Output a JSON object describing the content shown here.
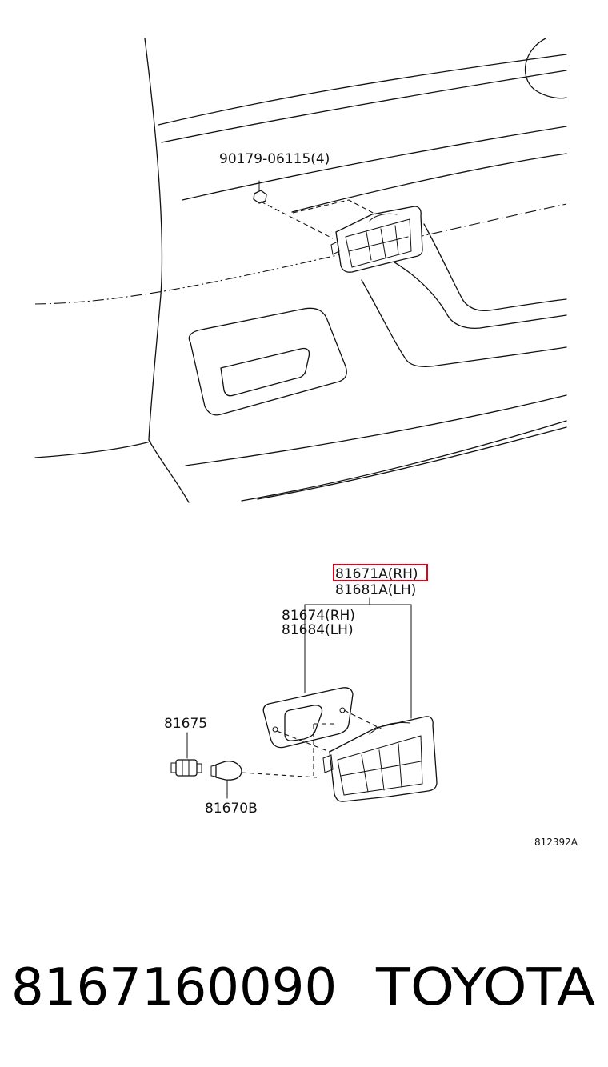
{
  "labels": {
    "nut": "90179-06115(4)",
    "lamp_rh": "81671A(RH)",
    "lamp_lh": "81681A(LH)",
    "gasket_rh": "81674(RH)",
    "gasket_lh": "81684(LH)",
    "socket": "81675",
    "bulb": "81670B",
    "figure_code": "812392A"
  },
  "highlight": {
    "part": "81671A(RH)",
    "color": "#e0001a"
  },
  "footer": {
    "part_number": "8167160090",
    "brand": "TOYOTA"
  }
}
